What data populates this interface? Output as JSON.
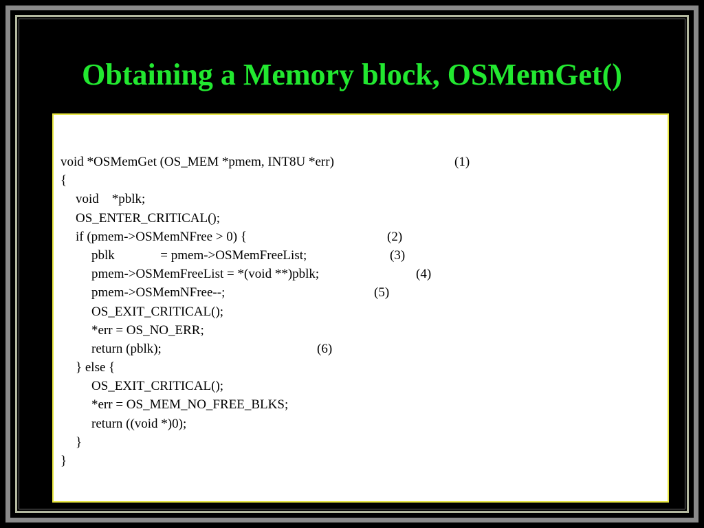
{
  "slide": {
    "title": "Obtaining a Memory block, OSMemGet()",
    "code_lines": [
      {
        "text": "void *OSMemGet (OS_MEM *pmem, INT8U *err)",
        "num": "(1)"
      },
      {
        "text": "{",
        "num": ""
      },
      {
        "text": "void    *pblk;",
        "num": ""
      },
      {
        "text": "OS_ENTER_CRITICAL();",
        "num": ""
      },
      {
        "text": "if (pmem->OSMemNFree > 0) {",
        "num": "(2)"
      },
      {
        "text": "pblk              = pmem->OSMemFreeList;",
        "num": "(3)"
      },
      {
        "text": "pmem->OSMemFreeList = *(void **)pblk;",
        "num": "(4)"
      },
      {
        "text": "pmem->OSMemNFree--;",
        "num": "(5)"
      },
      {
        "text": "OS_EXIT_CRITICAL();",
        "num": ""
      },
      {
        "text": "*err = OS_NO_ERR;",
        "num": ""
      },
      {
        "text": "return (pblk);",
        "num": "(6)"
      },
      {
        "text": "} else {",
        "num": ""
      },
      {
        "text": "OS_EXIT_CRITICAL();",
        "num": ""
      },
      {
        "text": "*err = OS_MEM_NO_FREE_BLKS;",
        "num": ""
      },
      {
        "text": "return ((void *)0);",
        "num": ""
      },
      {
        "text": "}",
        "num": ""
      },
      {
        "text": "}",
        "num": ""
      }
    ]
  },
  "colors": {
    "background": "#000000",
    "title": "#22e830",
    "code_box_border": "#e8e640",
    "frame": "#8a8a8a"
  }
}
